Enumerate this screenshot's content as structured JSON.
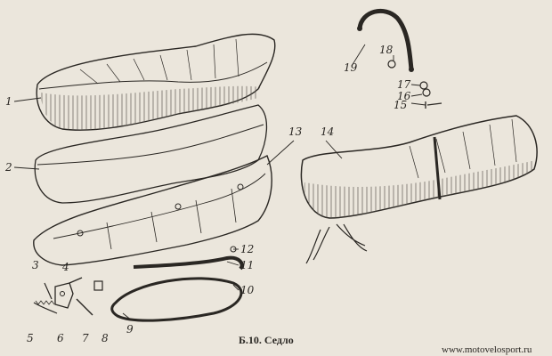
{
  "diagram": {
    "caption": "Б.10. Седло",
    "watermark": "www.motovelosport.ru",
    "callouts": [
      {
        "id": "1",
        "text": "1"
      },
      {
        "id": "2",
        "text": "2"
      },
      {
        "id": "3",
        "text": "3"
      },
      {
        "id": "4",
        "text": "4"
      },
      {
        "id": "5",
        "text": "5"
      },
      {
        "id": "6",
        "text": "6"
      },
      {
        "id": "7",
        "text": "7"
      },
      {
        "id": "8",
        "text": "8"
      },
      {
        "id": "9",
        "text": "9"
      },
      {
        "id": "10",
        "text": "10"
      },
      {
        "id": "11",
        "text": "11"
      },
      {
        "id": "12",
        "text": "12"
      },
      {
        "id": "13",
        "text": "13"
      },
      {
        "id": "14",
        "text": "14"
      },
      {
        "id": "15",
        "text": "15"
      },
      {
        "id": "16",
        "text": "16"
      },
      {
        "id": "17",
        "text": "17"
      },
      {
        "id": "18",
        "text": "18"
      },
      {
        "id": "19",
        "text": "19"
      }
    ]
  }
}
